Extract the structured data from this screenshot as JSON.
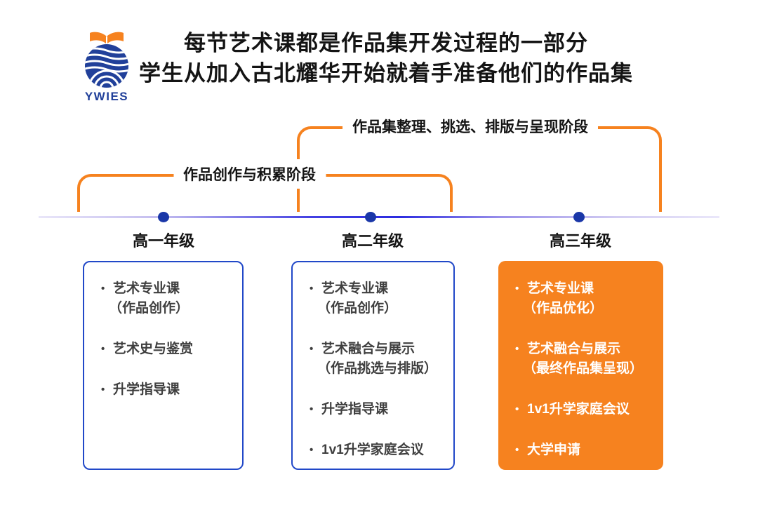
{
  "logo": {
    "text": "YWIES"
  },
  "title": {
    "line1": "每节艺术课都是作品集开发过程的一部分",
    "line2": "学生从加入古北耀华开始就着手准备他们的作品集"
  },
  "phase_brackets": [
    {
      "label": "作品创作与积累阶段"
    },
    {
      "label": "作品集整理、挑选、排版与呈现阶段"
    }
  ],
  "timeline": {
    "grades": [
      "高一年级",
      "高二年级",
      "高三年级"
    ]
  },
  "grade_boxes": [
    {
      "grade": "高一年级",
      "highlight": false,
      "items": [
        [
          "艺术专业课",
          "（作品创作）"
        ],
        [
          "艺术史与鉴赏"
        ],
        [
          "升学指导课"
        ]
      ]
    },
    {
      "grade": "高二年级",
      "highlight": false,
      "items": [
        [
          "艺术专业课",
          "（作品创作）"
        ],
        [
          "艺术融合与展示",
          "（作品挑选与排版）"
        ],
        [
          "升学指导课"
        ],
        [
          "1v1升学家庭会议"
        ]
      ]
    },
    {
      "grade": "高三年级",
      "highlight": true,
      "items": [
        [
          "艺术专业课",
          "（作品优化）"
        ],
        [
          "艺术融合与展示",
          "（最终作品集呈现）"
        ],
        [
          "1v1升学家庭会议"
        ],
        [
          "大学申请"
        ]
      ]
    }
  ],
  "ui": {
    "bullet": "•"
  },
  "colors": {
    "accent_orange": "#F6821F",
    "timeline_blue": "#2C2CE0",
    "timeline_light": "#E9E6F9",
    "dot_blue": "#1A37A8",
    "box_border_blue": "#2148C8",
    "logo_navy": "#21409A",
    "body_text": "#3F3F3F",
    "title_text": "#141414"
  }
}
